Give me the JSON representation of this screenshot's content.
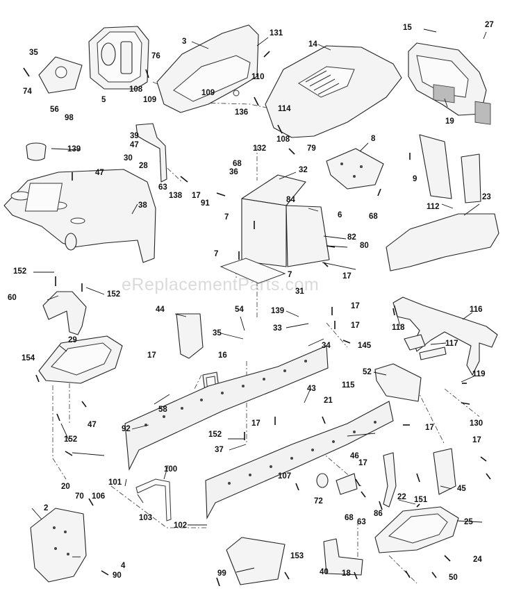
{
  "watermark": "eReplacementParts.com",
  "callouts": [
    "2",
    "3",
    "4",
    "5",
    "6",
    "7",
    "7",
    "7",
    "8",
    "9",
    "14",
    "15",
    "16",
    "17",
    "17",
    "17",
    "17",
    "17",
    "17",
    "17",
    "17",
    "17",
    "18",
    "19",
    "20",
    "21",
    "22",
    "23",
    "24",
    "25",
    "27",
    "28",
    "29",
    "30",
    "31",
    "32",
    "33",
    "34",
    "35",
    "35",
    "36",
    "37",
    "38",
    "39",
    "40",
    "43",
    "44",
    "45",
    "46",
    "47",
    "47",
    "47",
    "50",
    "52",
    "54",
    "56",
    "58",
    "60",
    "63",
    "63",
    "68",
    "68",
    "68",
    "70",
    "72",
    "74",
    "76",
    "79",
    "80",
    "82",
    "84",
    "86",
    "90",
    "91",
    "92",
    "98",
    "99",
    "100",
    "101",
    "102",
    "103",
    "106",
    "107",
    "108",
    "108",
    "109",
    "109",
    "110",
    "112",
    "114",
    "115",
    "116",
    "117",
    "118",
    "119",
    "130",
    "131",
    "132",
    "136",
    "138",
    "139",
    "139",
    "145",
    "151",
    "152",
    "152",
    "152",
    "152",
    "153",
    "154"
  ]
}
